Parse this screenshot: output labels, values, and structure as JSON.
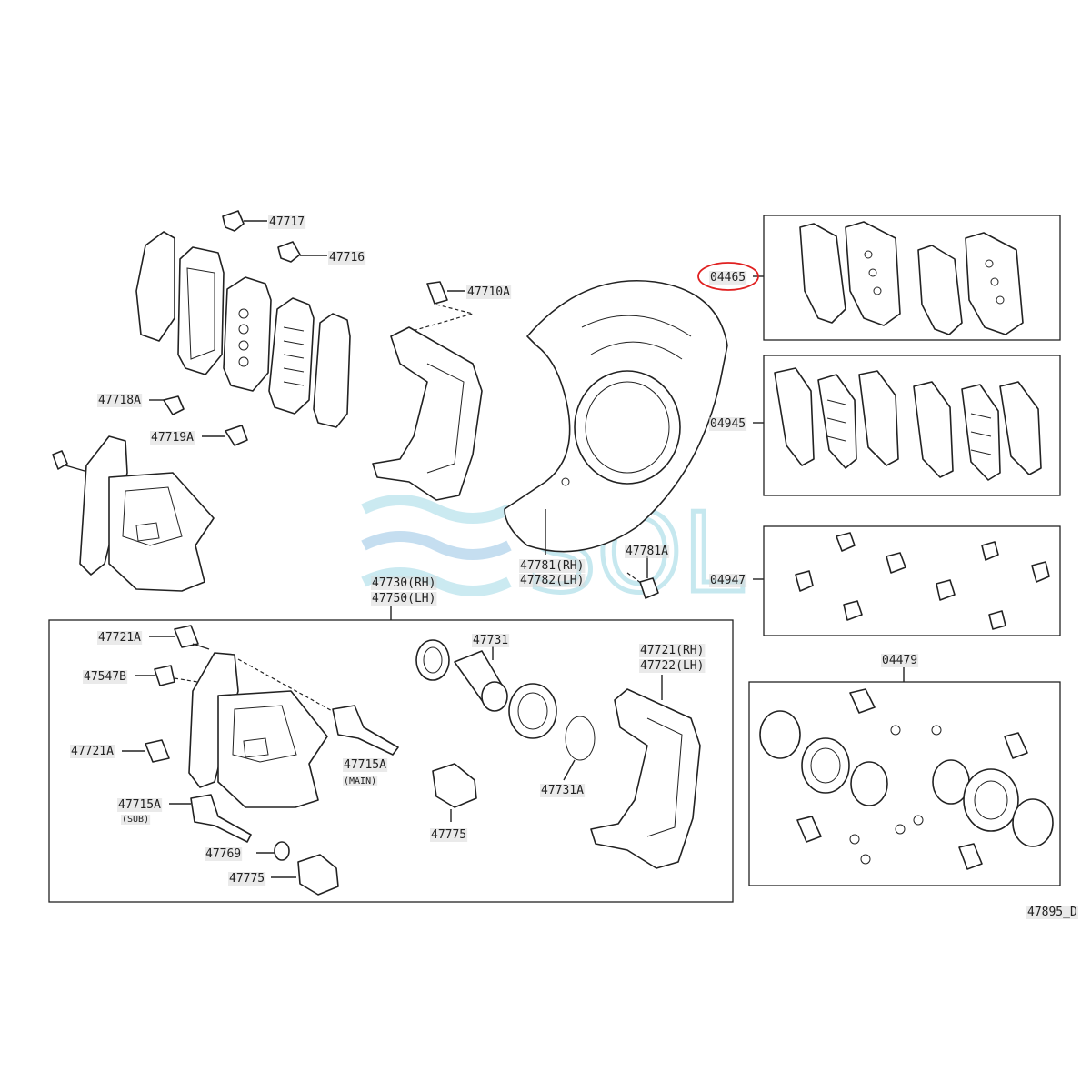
{
  "labels": {
    "p47717": "47717",
    "p47716": "47716",
    "p47710A": "47710A",
    "p47718A": "47718A",
    "p47719A": "47719A",
    "p04465": "04465",
    "p04945": "04945",
    "p04947": "04947",
    "p04479": "04479",
    "p47781_rh": "47781(RH)",
    "p47782_lh": "47782(LH)",
    "p47781A": "47781A",
    "p47730_rh": "47730(RH)",
    "p47750_lh": "47750(LH)",
    "p47721A_top": "47721A",
    "p47547B": "47547B",
    "p47721A_mid": "47721A",
    "p47715A_main": "47715A",
    "main_note": "(MAIN)",
    "p47715A_sub": "47715A",
    "sub_note": "(SUB)",
    "p47769": "47769",
    "p47775_bottom": "47775",
    "p47731": "47731",
    "p47731A": "47731A",
    "p47775_mid": "47775",
    "p47721_rh": "47721(RH)",
    "p47722_lh": "47722(LH)",
    "drawing_no": "47895_D"
  },
  "watermark": "SOL",
  "colors": {
    "line": "#222222",
    "highlight": "#d9d9d9",
    "circle": "#e02020",
    "watermark": "#a8dce8"
  }
}
